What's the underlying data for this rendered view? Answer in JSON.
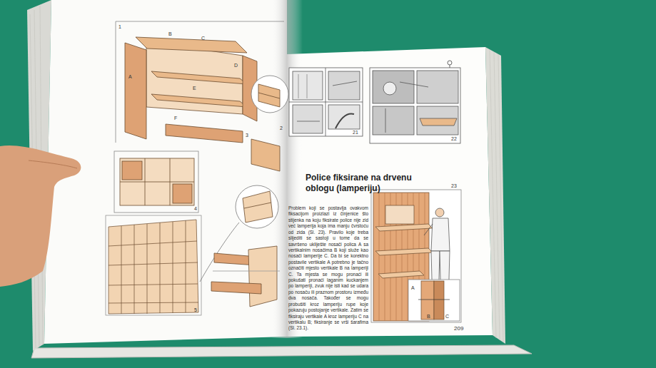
{
  "diagram": {
    "title": "Police fiksirane na drvenu oblogu (lamperiju)",
    "labels": [
      "Problem koji se postavlja ovakvom fiksacijom proizlazi iz činjenice što stijenka na koju fiksirate police nije zid već lamperija koja ima manju čvrstoću od zida (Sl. 23). Pravilo koje treba slijediti se sastoji u tome da se savršeno ukliješte nosači polica A sa vertikalnim nosačima B koji služe kao nosači lamperije C. Da bi se korektno postavile vertikale A potrebno je tačno označiti mjesto vertikale B na lamperiji C. Ta mjesta se mogu pronaći ili pokušati pronaći laganim kuckanjem po lamperiji, zvuk nije isti kad se udara po nosaču ili praznom prostoru između dva nosača. Također se mogu probušiti kroz lamperiju rupe koje pokazuju postojanje vertikale. Zatim se fiksiraju vertikale A kroz lamperiju C na vertikalu B; fiksiranje se vrši šarafima (Sl. 23.1).",
      "21",
      "22",
      "23",
      "209",
      "A",
      "B",
      "C",
      "D",
      "E",
      "F",
      "1",
      "2",
      "3",
      "4",
      "5",
      "A",
      "B",
      "C"
    ]
  }
}
